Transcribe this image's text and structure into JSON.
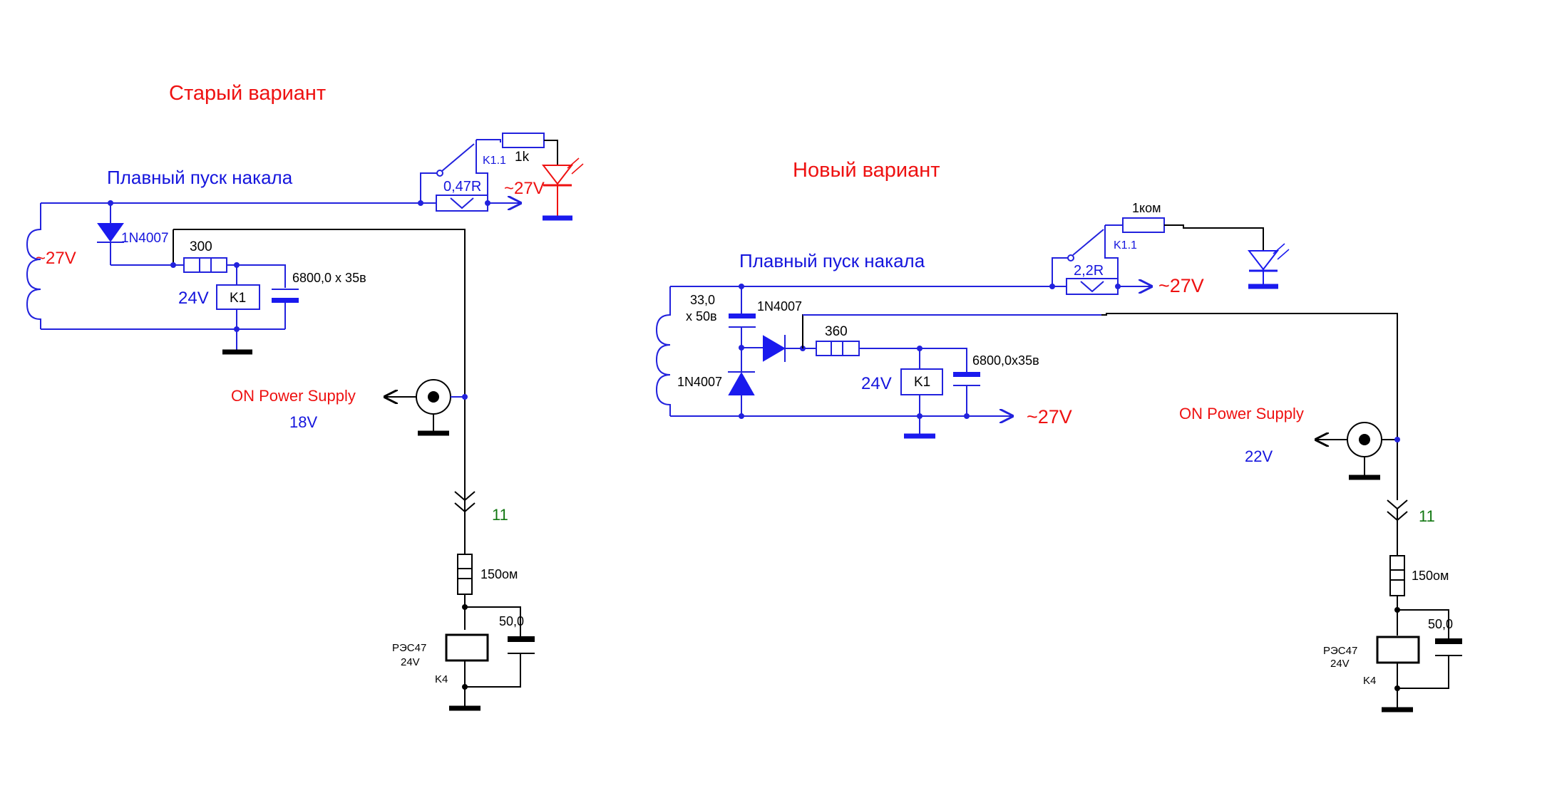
{
  "colors": {
    "heading": "#ee1111",
    "wire": "#2222dd",
    "net_label_green": "#117711"
  },
  "old_variant": {
    "heading": "Старый вариант",
    "title": "Плавный пуск накала",
    "winding_voltage": "~27V",
    "diode": "1N4007",
    "resistor": "300",
    "relay_voltage": "24V",
    "relay": "K1",
    "capacitor": "6800,0 х 35в",
    "contact": "K1.1",
    "contact_resistor": "1k",
    "shunt_resistor": "0,47R",
    "output_voltage": "~27V",
    "power_label": "ON Power Supply",
    "power_voltage": "18V",
    "connector": "11",
    "k4_resistor": "150ом",
    "k4_capacitor": "50,0",
    "k4_type": "РЭС47",
    "k4_voltage": "24V",
    "k4_name": "K4"
  },
  "new_variant": {
    "heading": "Новый вариант",
    "title": "Плавный пуск накала",
    "capacitor_top": "33,0",
    "capacitor_top_rating": "х 50в",
    "diode_top": "1N4007",
    "diode_bottom": "1N4007",
    "resistor": "360",
    "relay_voltage": "24V",
    "relay": "K1",
    "capacitor": "6800,0х35в",
    "contact": "K1.1",
    "contact_resistor": "1ком",
    "shunt_resistor": "2,2R",
    "output_voltage": "~27V",
    "bottom_voltage": "~27V",
    "power_label": "ON Power Supply",
    "power_voltage": "22V",
    "connector": "11",
    "k4_resistor": "150ом",
    "k4_capacitor": "50,0",
    "k4_type": "РЭС47",
    "k4_voltage": "24V",
    "k4_name": "K4"
  }
}
